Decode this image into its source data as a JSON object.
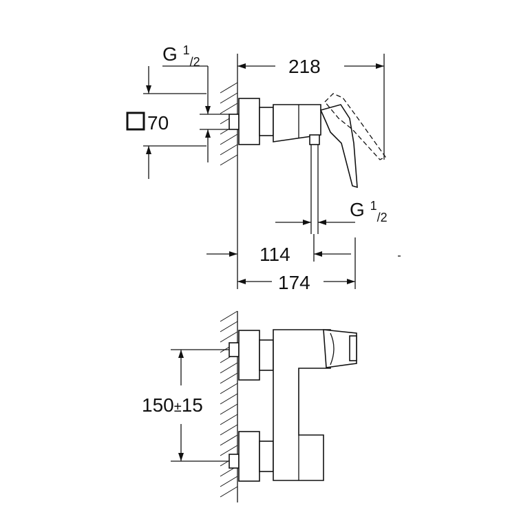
{
  "dimensions": {
    "overall_reach": "218",
    "inlet_thread_top_prefix": "G ",
    "inlet_thread_top_numerator": "1",
    "inlet_thread_top_denominator": "/2",
    "rosette_size": "70",
    "outlet_thread_prefix": "G ",
    "outlet_thread_numerator": "1",
    "outlet_thread_denominator": "/2",
    "outlet_offset": "114",
    "body_depth": "174",
    "centre_distance_main": "150",
    "centre_distance_tol_sign": "±",
    "centre_distance_tol": "15"
  },
  "symbols": {
    "square_icon": "square-dimension-icon"
  }
}
